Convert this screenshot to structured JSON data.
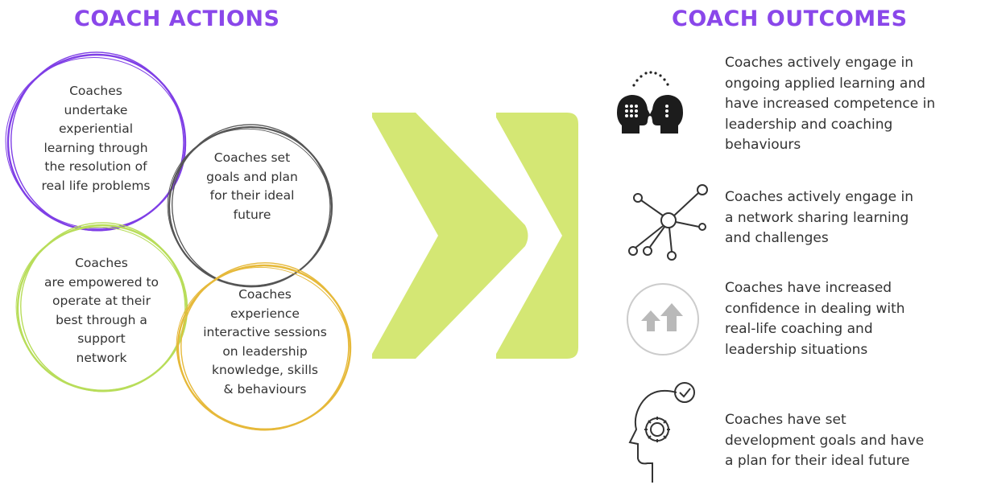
{
  "actions": {
    "title": "COACH ACTIONS",
    "circles": [
      {
        "text": "Coaches\nundertake\nexperiential\nlearning through\nthe resolution of\nreal life problems",
        "color": "#7f3fe6"
      },
      {
        "text": "Coaches set\ngoals and plan\nfor their ideal\nfuture",
        "color": "#555555"
      },
      {
        "text": "Coaches\nare empowered to\noperate at their\nbest through a\nsupport\nnetwork",
        "color": "#b8dd5a"
      },
      {
        "text": "Coaches\nexperience\ninteractive sessions\non leadership\nknowledge, skills\n& behaviours",
        "color": "#e6b93a"
      }
    ]
  },
  "arrow": {
    "color": "#d4e774"
  },
  "outcomes": {
    "title": "COACH OUTCOMES",
    "items": [
      {
        "icon": "two-heads-learning-icon",
        "text": "Coaches actively engage in\nongoing applied learning and\nhave increased competence in\nleadership and coaching\nbehaviours"
      },
      {
        "icon": "network-nodes-icon",
        "text": "Coaches actively engage in\n a network sharing learning\nand challenges"
      },
      {
        "icon": "up-arrows-icon",
        "text": "Coaches have increased\nconfidence in dealing with\nreal-life coaching and\nleadership situations"
      },
      {
        "icon": "head-gear-check-icon",
        "text": "Coaches have set\ndevelopment goals and have\na plan for their ideal future"
      }
    ]
  },
  "colors": {
    "title": "#8a47ea",
    "text": "#333333"
  }
}
